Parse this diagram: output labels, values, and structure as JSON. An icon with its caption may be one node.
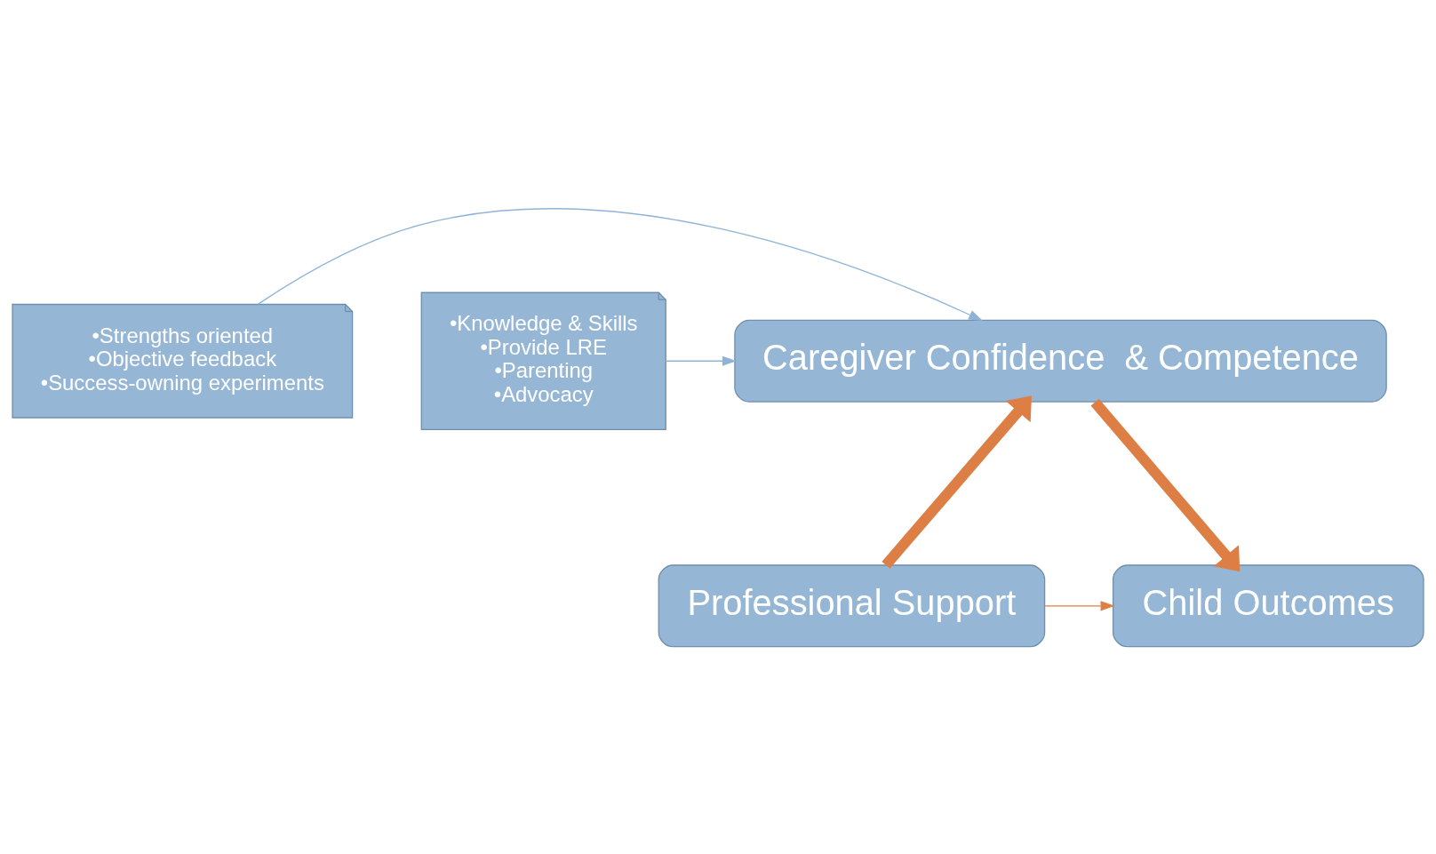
{
  "diagram": {
    "nodes": [
      {
        "text": [
          "•Strengths oriented",
          "•Objective feedback",
          "•Success-owning experiments"
        ]
      },
      {
        "text": [
          "Caregiver Confidence  & Competence"
        ]
      },
      {
        "text": [
          "•Knowledge & Skills",
          "•Provide LRE",
          "•Parenting",
          "•Advocacy"
        ]
      },
      {
        "text": [
          "Professional Support"
        ]
      },
      {
        "text": [
          "Child Outcomes"
        ]
      }
    ],
    "edges": [
      {
        "from": 0,
        "to": 1,
        "arrow": "to",
        "color": "#8fb3d6"
      },
      {
        "from": 2,
        "to": 1,
        "arrow": "to",
        "color": "#8fb3d6"
      },
      {
        "from": 3,
        "to": 1,
        "arrow": "to",
        "style": "thick",
        "color": "#dd7f45"
      },
      {
        "from": 1,
        "to": 4,
        "arrow": "to",
        "style": "thick",
        "color": "#dd7f45"
      },
      {
        "from": 3,
        "to": 4,
        "arrow": "to",
        "color": "#dd7f45"
      }
    ]
  }
}
